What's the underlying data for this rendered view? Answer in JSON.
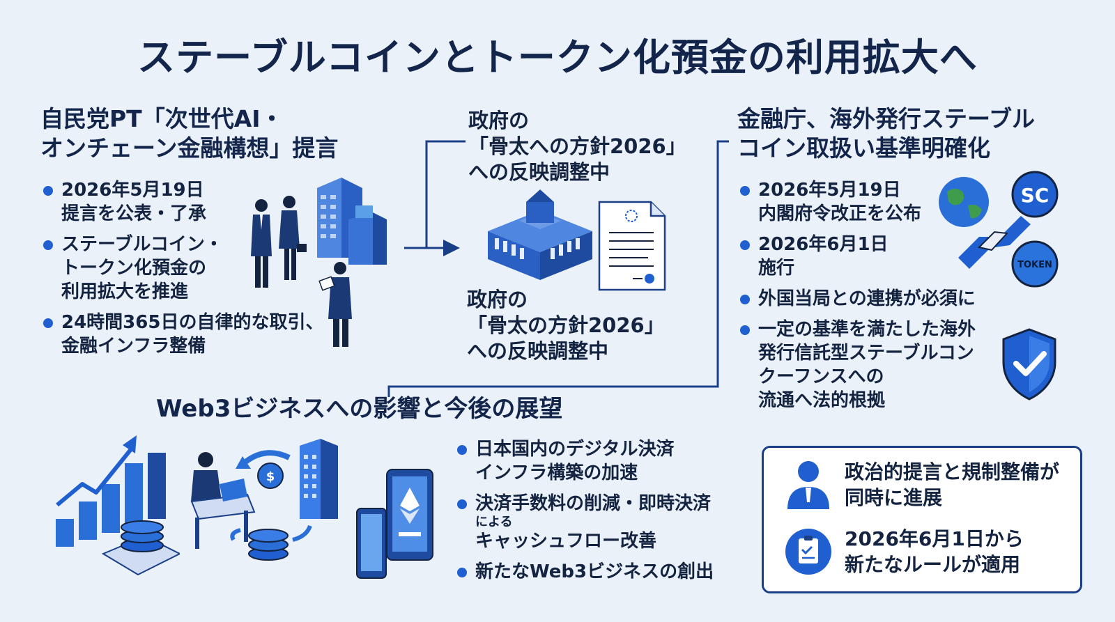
{
  "title": "ステーブルコインとトークン化預金の利用拡大へ",
  "left_section": {
    "heading_line1": "自民党PT「次世代AI・",
    "heading_line2": "オンチェーン金融構想」提言",
    "bullets": [
      "2026年5月19日\n提言を公表・了承",
      "ステーブルコイン・\nトークン化預金の\n利用拡大を推進",
      "24時間365日の自律的な取引、\n金融インフラ整備"
    ]
  },
  "middle_section": {
    "text_top": "政府の\n「骨太への方針2026」\nへの反映調整中",
    "text_bottom": "政府の\n「骨太の方針2026」\nへの反映調整中"
  },
  "right_section": {
    "heading_line1": "金融庁、海外発行ステーブル",
    "heading_line2": "コイン取扱い基準明確化",
    "bullets": [
      "2026年5月19日\n内閣府令改正を公布",
      "2026年6月1日\n施行",
      "外国当局との連携が必須に",
      "一定の基準を満たした海外\n発行信託型ステーブルコン\nクーフンスへの\n流通へ法的根拠"
    ],
    "coin_sc": "SC",
    "coin_token": "TOKEN"
  },
  "bottom_section": {
    "heading": "Web3ビジネスへの影響と今後の展望",
    "bullet1": "日本国内のデジタル決済\nインフラ構築の加速",
    "bullet2_main": "決済手数料の削減・即時決済",
    "bullet2_small": "による",
    "bullet2_tail": "キャッシュフロー改善",
    "bullet3": "新たなWeb3ビジネスの創出"
  },
  "summary": {
    "item1": "政治的提言と規制整備が\n同時に進展",
    "item2": "2026年6月1日から\n新たなルールが適用"
  },
  "colors": {
    "accent": "#1f5fd0",
    "navy": "#13254a",
    "line": "#1a3f86",
    "background": "#eaf1f9"
  }
}
